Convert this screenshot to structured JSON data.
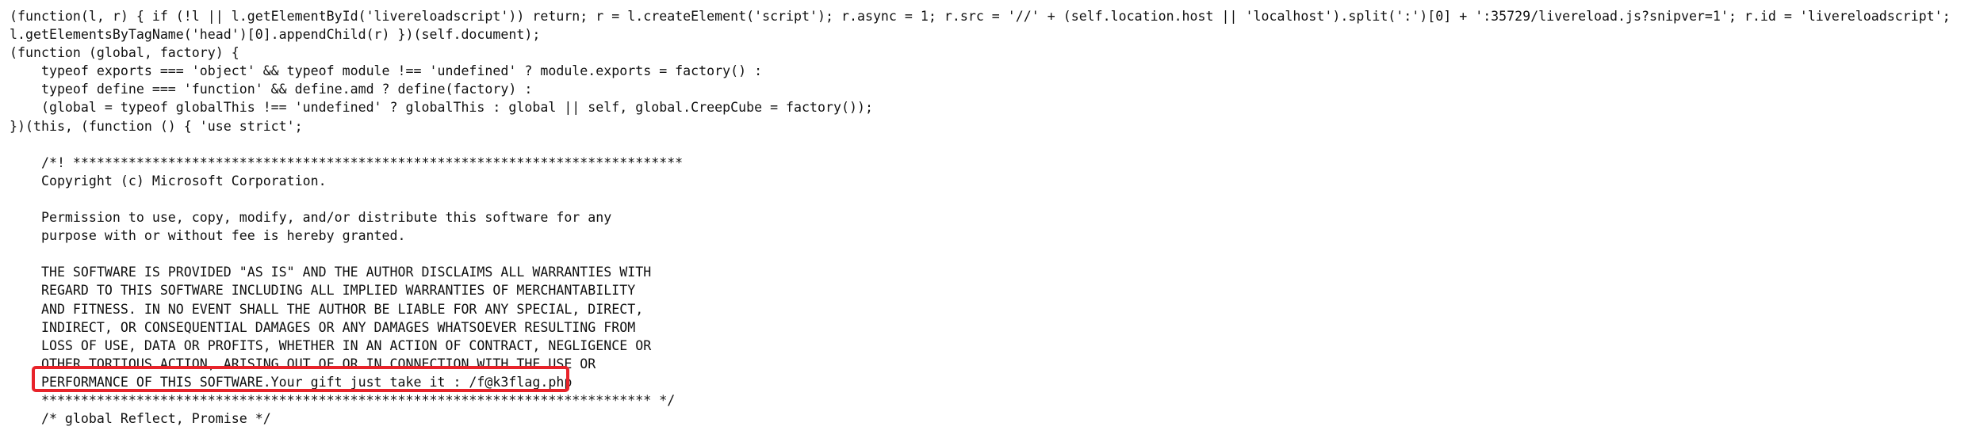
{
  "source_lines": [
    "(function(l, r) { if (!l || l.getElementById('livereloadscript')) return; r = l.createElement('script'); r.async = 1; r.src = '//' + (self.location.host || 'localhost').split(':')[0] + ':35729/livereload.js?snipver=1'; r.id = 'livereloadscript';",
    "l.getElementsByTagName('head')[0].appendChild(r) })(self.document);",
    "(function (global, factory) {",
    "    typeof exports === 'object' && typeof module !== 'undefined' ? module.exports = factory() :",
    "    typeof define === 'function' && define.amd ? define(factory) :",
    "    (global = typeof globalThis !== 'undefined' ? globalThis : global || self, global.CreepCube = factory());",
    "})(this, (function () { 'use strict';",
    "",
    "    /*! *****************************************************************************",
    "    Copyright (c) Microsoft Corporation.",
    "",
    "    Permission to use, copy, modify, and/or distribute this software for any",
    "    purpose with or without fee is hereby granted.",
    "",
    "    THE SOFTWARE IS PROVIDED \"AS IS\" AND THE AUTHOR DISCLAIMS ALL WARRANTIES WITH",
    "    REGARD TO THIS SOFTWARE INCLUDING ALL IMPLIED WARRANTIES OF MERCHANTABILITY",
    "    AND FITNESS. IN NO EVENT SHALL THE AUTHOR BE LIABLE FOR ANY SPECIAL, DIRECT,",
    "    INDIRECT, OR CONSEQUENTIAL DAMAGES OR ANY DAMAGES WHATSOEVER RESULTING FROM",
    "    LOSS OF USE, DATA OR PROFITS, WHETHER IN AN ACTION OF CONTRACT, NEGLIGENCE OR",
    "    OTHER TORTIOUS ACTION, ARISING OUT OF OR IN CONNECTION WITH THE USE OR",
    "    PERFORMANCE OF THIS SOFTWARE.Your gift just take it : /f@k3flag.php",
    "    ***************************************************************************** */",
    "    /* global Reflect, Promise */"
  ],
  "highlight": {
    "color": "#e8232a",
    "text": "PERFORMANCE OF THIS SOFTWARE.Your gift just take it : /f@k3flag.php"
  }
}
